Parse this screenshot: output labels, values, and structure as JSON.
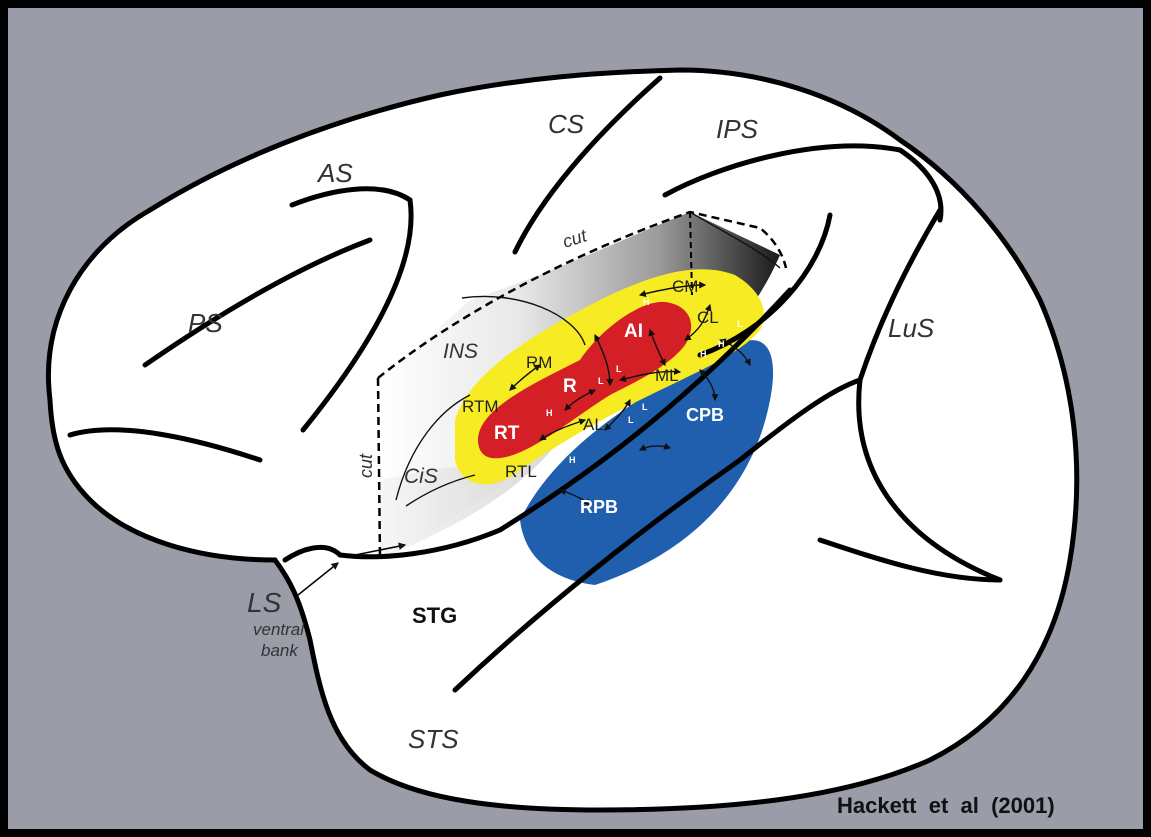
{
  "sulci": {
    "as": "AS",
    "cs": "CS",
    "ips": "IPS",
    "ps": "PS",
    "lus": "LuS",
    "ins": "INS",
    "cis": "CiS",
    "sts": "STS",
    "ls": "LS"
  },
  "cut_labels": {
    "top": "cut",
    "left": "cut"
  },
  "ls_sublabel": {
    "line1": "ventral",
    "line2": "bank"
  },
  "regions": {
    "stg": "STG"
  },
  "core": {
    "ai": "AI",
    "r": "R",
    "rt": "RT"
  },
  "belt": {
    "cm": "CM",
    "cl": "CL",
    "ml": "ML",
    "al": "AL",
    "rm": "RM",
    "rtm": "RTM",
    "rtl": "RTL"
  },
  "parabelt": {
    "cpb": "CPB",
    "rpb": "RPB"
  },
  "gradient_marks": {
    "h": "H",
    "l": "L"
  },
  "credit": "Hackett  et  al  (2001)",
  "colors": {
    "background": "#9a9ca8",
    "brain": "#ffffff",
    "core": "#d41f26",
    "belt": "#f7ec23",
    "parabelt": "#1f5fae"
  }
}
